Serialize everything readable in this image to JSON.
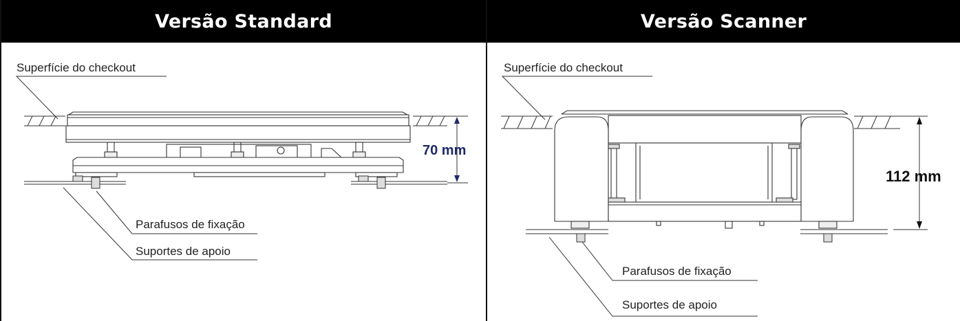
{
  "standard": {
    "header": "Versão Standard",
    "labels": {
      "surface": "Superfície do checkout",
      "screws": "Parafusos de fixação",
      "supports": "Suportes de apoio"
    },
    "dimension": "70 mm"
  },
  "scanner": {
    "header": "Versão Scanner",
    "labels": {
      "surface": "Superfície do checkout",
      "screws": "Parafusos de fixação",
      "supports": "Suportes de apoio"
    },
    "dimension": "112 mm"
  },
  "colors": {
    "header_bg": "#000000",
    "header_text": "#ffffff",
    "dimension_standard": "#1f2a6b",
    "dimension_scanner": "#111111"
  }
}
